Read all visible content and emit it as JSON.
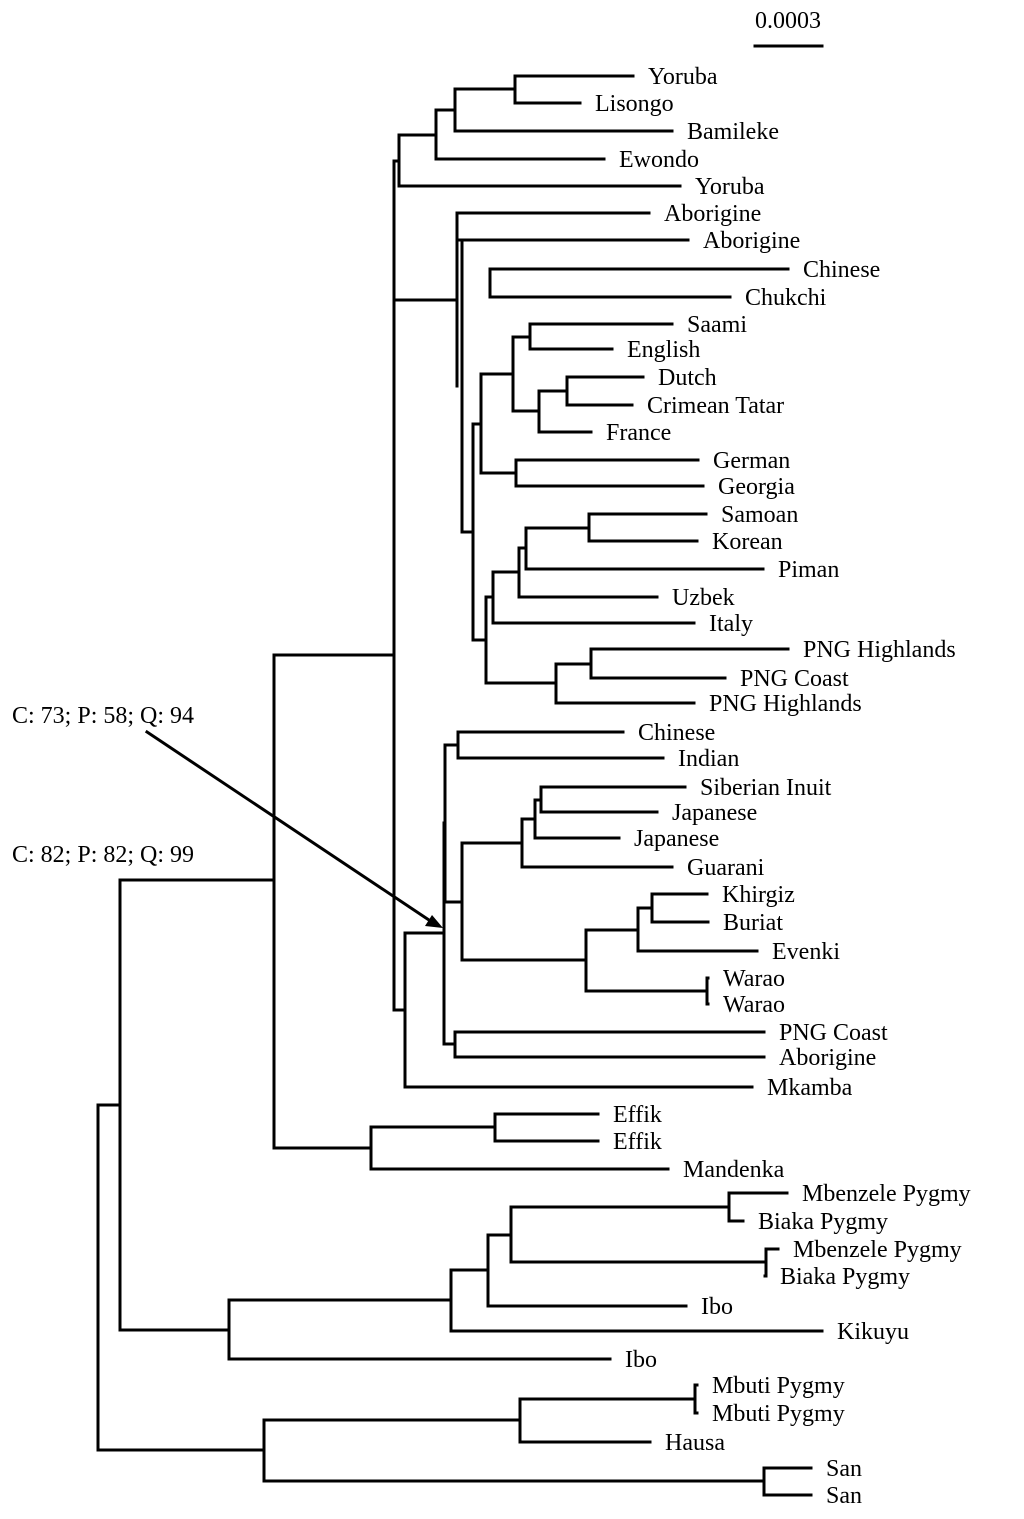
{
  "scale_bar": {
    "label": "0.0003"
  },
  "annotations": [
    {
      "id": "upper",
      "text": "C: 73; P: 58; Q: 94"
    },
    {
      "id": "lower",
      "text": "C: 82; P: 82; Q: 99"
    }
  ],
  "leaves": [
    "Yoruba",
    "Lisongo",
    "Bamileke",
    "Ewondo",
    "Yoruba",
    "Aborigine",
    "Aborigine",
    "Chinese",
    "Chukchi",
    "Saami",
    "English",
    "Dutch",
    "Crimean Tatar",
    "France",
    "German",
    "Georgia",
    "Samoan",
    "Korean",
    "Piman",
    "Uzbek",
    "Italy",
    "PNG Highlands",
    "PNG Coast",
    "PNG Highlands",
    "Chinese",
    "Indian",
    "Siberian Inuit",
    "Japanese",
    "Japanese",
    "Guarani",
    "Khirgiz",
    "Buriat",
    "Evenki",
    "Warao",
    "Warao",
    "PNG Coast",
    "Aborigine",
    "Mkamba",
    "Effik",
    "Effik",
    "Mandenka",
    "Mbenzele Pygmy",
    "Biaka Pygmy",
    "Mbenzele Pygmy",
    "Biaka Pygmy",
    "Ibo",
    "Kikuyu",
    "Ibo",
    "Mbuti Pygmy",
    "Mbuti Pygmy",
    "Hausa",
    "San",
    "San"
  ],
  "colors": {
    "ink": "#000000",
    "background": "#ffffff"
  }
}
